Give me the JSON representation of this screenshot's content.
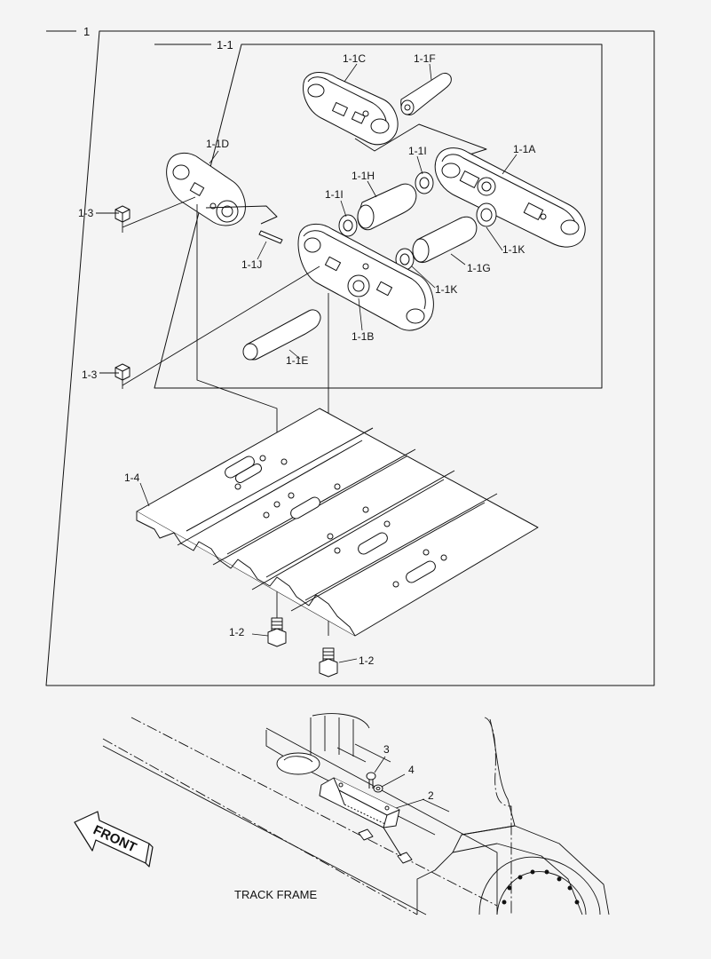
{
  "diagram": {
    "labels": {
      "assy": "1",
      "chain": "1-1",
      "link_c": "1-1C",
      "pin_f": "1-1F",
      "link_d": "1-1D",
      "seal_i_top": "1-1I",
      "link_a": "1-1A",
      "bushing_h": "1-1H",
      "seal_i_left": "1-1I",
      "nut_3_top": "1-3",
      "seal_k_right": "1-1K",
      "clip_j": "1-1J",
      "bushing_g": "1-1G",
      "seal_k_mid": "1-1K",
      "link_b": "1-1B",
      "pin_e": "1-1E",
      "nut_3_bottom": "1-3",
      "shoe": "1-4",
      "bolt_left": "1-2",
      "bolt_right": "1-2",
      "part_3": "3",
      "part_4": "4",
      "part_2": "2",
      "front_arrow": "FRONT",
      "track_frame": "TRACK FRAME"
    }
  }
}
